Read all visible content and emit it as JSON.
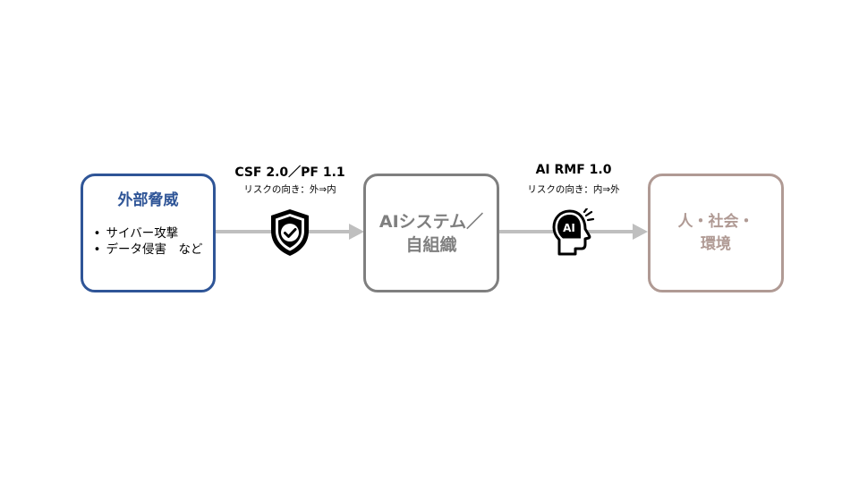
{
  "left_box": {
    "title": "外部脅威",
    "items": [
      "サイバー攻撃",
      "データ侵害　など"
    ]
  },
  "middle_box": {
    "title_line1": "AIシステム／",
    "title_line2": "自組織"
  },
  "right_box": {
    "title_line1": "人・社会・",
    "title_line2": "環境"
  },
  "arrow_left": {
    "framework": "CSF 2.0／PF 1.1",
    "direction": "リスクの向き：外⇒内",
    "icon": "shield-check-icon"
  },
  "arrow_right": {
    "framework": "AI RMF 1.0",
    "direction": "リスクの向き：内⇒外",
    "icon": "ai-head-icon",
    "icon_text": "AI"
  },
  "colors": {
    "threat_blue": "#2f5597",
    "system_gray": "#7f7f7f",
    "society_rose": "#b09a94",
    "arrow_gray": "#bfbfbf"
  }
}
